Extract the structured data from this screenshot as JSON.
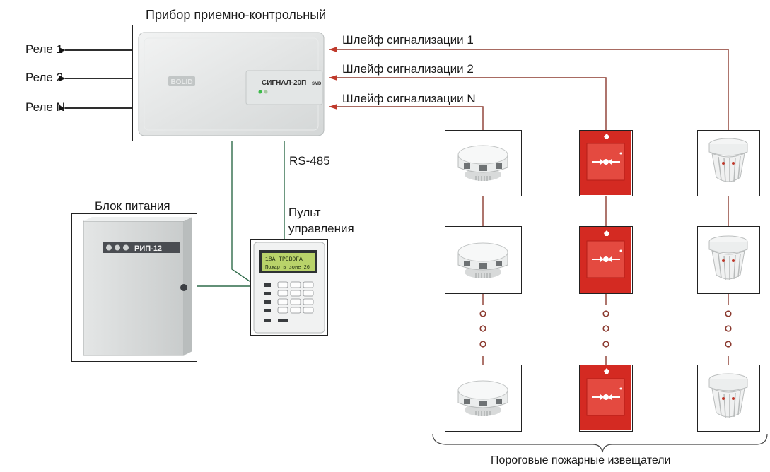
{
  "device": {
    "title": "Прибор приемно-контрольный",
    "model": "СИГНАЛ-20П",
    "model_suffix": "SMD",
    "brand": "BOLID"
  },
  "relays": [
    "Реле 1",
    "Реле 2",
    "Реле N"
  ],
  "loops": [
    "Шлейф сигнализации 1",
    "Шлейф сигнализации 2",
    "Шлейф сигнализации N"
  ],
  "interface_label": "RS-485",
  "power_supply": {
    "title": "Блок питания",
    "model": "РИП-12"
  },
  "keypad": {
    "title_line1": "Пульт",
    "title_line2": "управления",
    "screen_line1": "18А ТРЕВОГА",
    "screen_line2": "Пожар в зоне 26"
  },
  "detectors_caption": "Пороговые пожарные извещатели",
  "colors": {
    "wire_loop": "#8b3a2f",
    "wire_bus": "#2f6b4a",
    "call_point": "#d42a22",
    "arrow": "#c0392b"
  }
}
